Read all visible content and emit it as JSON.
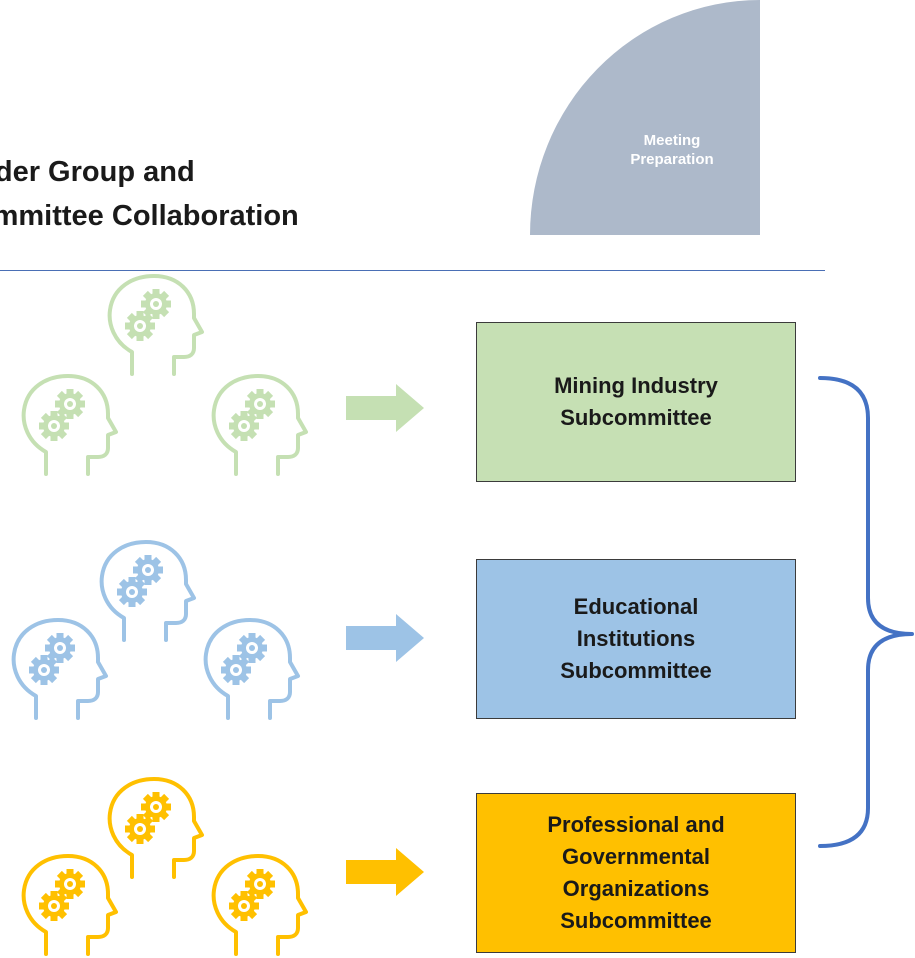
{
  "title": {
    "line1": "Stakeholder Group and",
    "line2": "Subcommittee Collaboration"
  },
  "phase": {
    "line1": "Meeting",
    "line2": "Preparation",
    "color": "#adb9ca"
  },
  "subcommittees": [
    {
      "lines": [
        "Mining Industry",
        "Subcommittee"
      ],
      "color": "#c6e0b4",
      "icon_color": "#c5e0b3"
    },
    {
      "lines": [
        "Educational",
        "Institutions",
        "Subcommittee"
      ],
      "color": "#9dc3e6",
      "icon_color": "#9dc3e6"
    },
    {
      "lines": [
        "Professional and",
        "Governmental",
        "Organizations",
        "Subcommittee"
      ],
      "color": "#ffc000",
      "icon_color": "#ffc000"
    }
  ],
  "icons": [
    "head-gears-icon"
  ],
  "accent": "#4472c4"
}
